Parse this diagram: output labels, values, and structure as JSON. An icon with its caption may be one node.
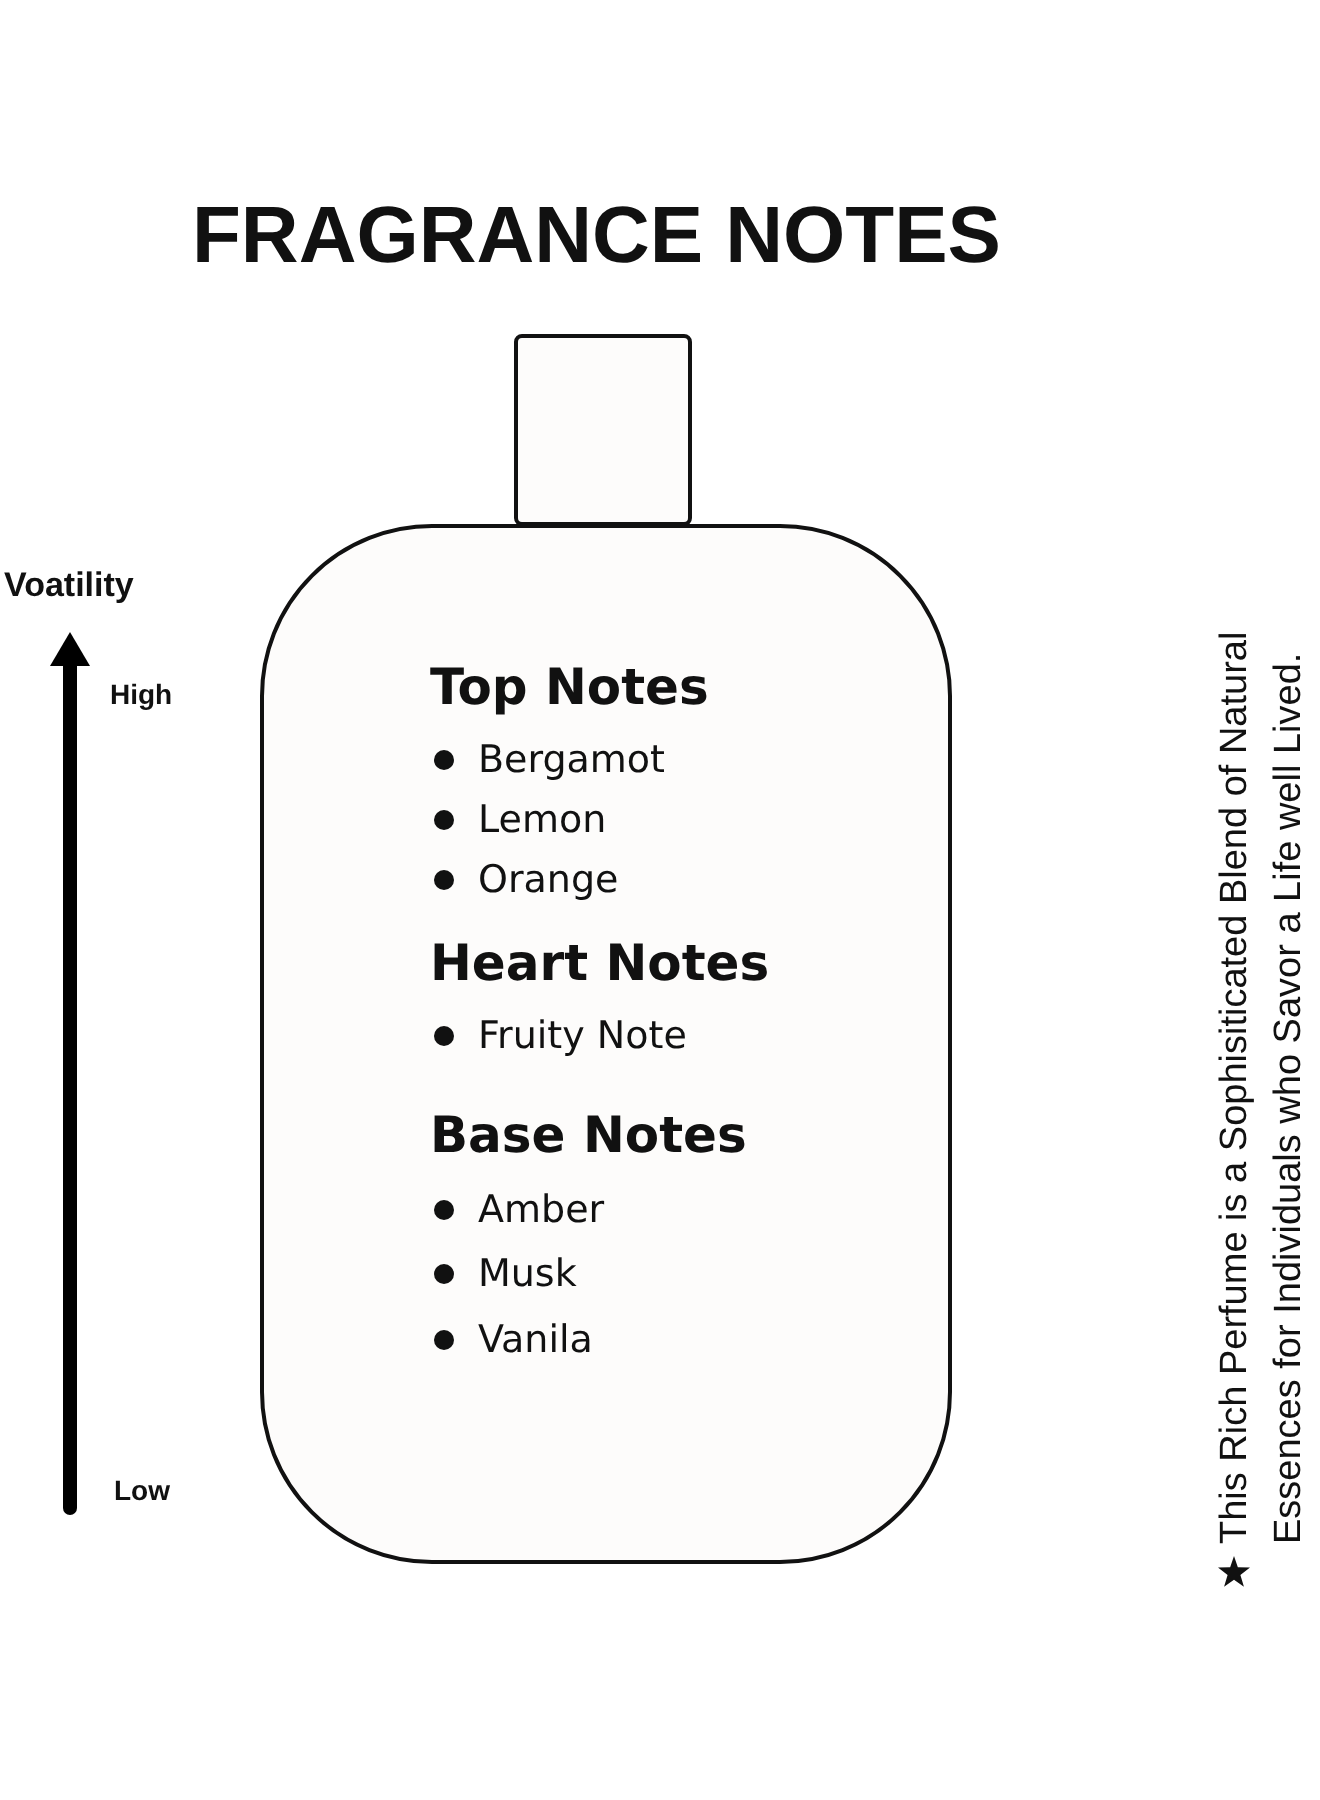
{
  "diagram": {
    "title": "FRAGRANCE NOTES",
    "nodes": [
      {
        "text": [],
        "shape": "box"
      },
      {
        "text": [
          "Top Notes",
          "Bergamot",
          "Lemon",
          "Orange",
          "Heart Notes",
          "Fruity Note",
          "Base Notes",
          "Amber",
          "Musk",
          "Vanila"
        ]
      }
    ],
    "labels": [
      "Voatility",
      "High",
      "Low",
      "This Rich Perfume is a Sophisiticated Blend of Natural Essences for Individuals who Savor a Life well Lived."
    ]
  }
}
